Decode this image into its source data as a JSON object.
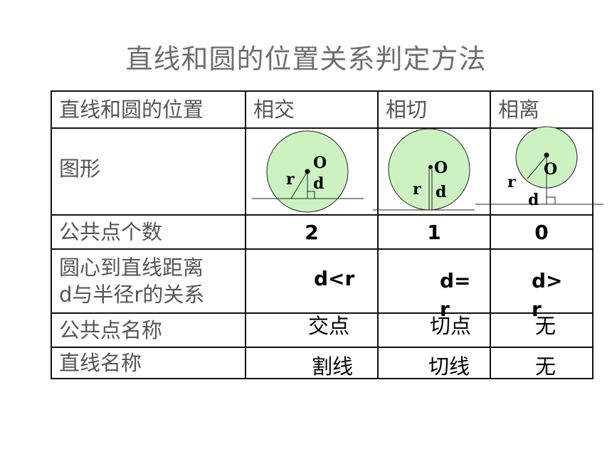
{
  "title": "直线和圆的位置关系判定方法",
  "headers": [
    "直线和圆的位置",
    "相交",
    "相切",
    "相离"
  ],
  "rows": {
    "figure": {
      "label": "图形"
    },
    "common_points": {
      "label": "公共点个数",
      "values": [
        "2",
        "1",
        "0"
      ]
    },
    "relation": {
      "label_line1": "圆心到直线距离",
      "label_line2": "d与半径r的关系",
      "values": [
        "d<r",
        "d=r",
        "d>r"
      ]
    },
    "point_name": {
      "label": "公共点名称",
      "values": [
        "交点",
        "切点",
        "无"
      ]
    },
    "line_name": {
      "label": "直线名称",
      "values": [
        "割线",
        "切线",
        "无"
      ]
    }
  },
  "diagram_labels": {
    "center": "O",
    "radius": "r",
    "distance": "d"
  },
  "colors": {
    "circle_fill": "#ccf2c2",
    "border": "#111111",
    "title": "#6e6e6e"
  }
}
